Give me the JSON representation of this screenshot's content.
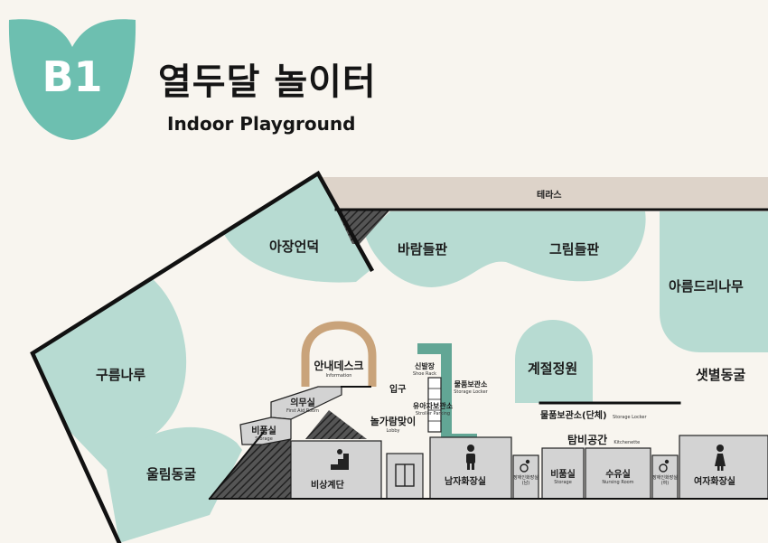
{
  "header": {
    "floor": "B1",
    "title": "열두달 놀이터",
    "subtitle": "Indoor Playground"
  },
  "colors": {
    "mint": "#b7dbd2",
    "badge": "#6dbfb0",
    "room_gray": "#d3d3d3",
    "terrace": "#ddd3c9",
    "arch": "#c9a37a",
    "shoe_rack": "#62a695",
    "wall": "#111111",
    "background": "#f8f5ef"
  },
  "zones": {
    "terrace": "테라스",
    "ajang": "아장언덕",
    "baram": "바람들판",
    "geurim": "그림들판",
    "areum": "아름드리나무",
    "gureum": "구름나루",
    "ullim": "울림동굴",
    "gyejeol": "계절정원",
    "saetbyeol": "샛별동굴"
  },
  "rooms": {
    "info": {
      "ko": "안내데스크",
      "en": "Information"
    },
    "firstaid": {
      "ko": "의무실",
      "en": "First Aid Room"
    },
    "storage1": {
      "ko": "비품실",
      "en": "Storage"
    },
    "shoe": {
      "ko": "신발장",
      "en": "Shoe Rack"
    },
    "locker1": {
      "ko": "물품보관소",
      "en": "Storage Locker"
    },
    "stroller": {
      "ko": "유아차보관소",
      "en": "Stroller Parking"
    },
    "entrance": "입구",
    "lobby": {
      "ko": "놀가람맞이",
      "en": "Lobby"
    },
    "group_locker": {
      "ko": "물품보관소(단체)",
      "en": "Storage Locker"
    },
    "kitchen": {
      "ko": "탐비공간",
      "en": "Kitchenette"
    },
    "stairs": "비상계단",
    "men": "남자화장실",
    "acc_m": "장애인화장실(남)",
    "storage2": {
      "ko": "비품실",
      "en": "Storage"
    },
    "nursing": {
      "ko": "수유실",
      "en": "Nursing Room"
    },
    "acc_f": "장애인화장실(여)",
    "women": "여자화장실"
  }
}
